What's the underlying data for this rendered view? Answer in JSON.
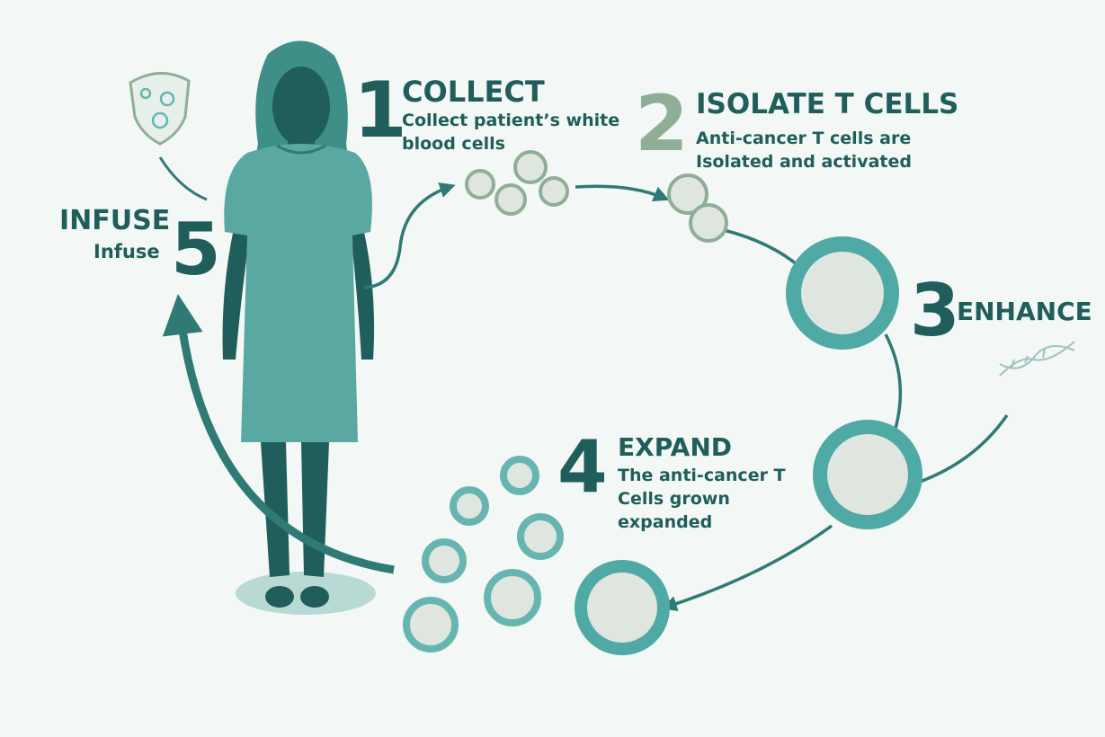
{
  "colors": {
    "background": "#f3f7f5",
    "dark_teal": "#1f5e5a",
    "teal": "#4fa9a4",
    "light_teal": "#67b5b0",
    "sage": "#8fae97",
    "cell_fill": "#dfe6df"
  },
  "steps": [
    {
      "number": "1",
      "title": "COLLECT",
      "lines": [
        "Collect patient’s white",
        "blood cells"
      ]
    },
    {
      "number": "2",
      "title": "ISOLATE T CELLS",
      "lines": [
        "Anti-cancer T cells are",
        "Isolated and activated"
      ]
    },
    {
      "number": "3",
      "title": "ENHANCE"
    },
    {
      "number": "4",
      "title": "EXPAND",
      "lines": [
        "The anti-cancer T",
        "Cells grown",
        "expanded"
      ]
    },
    {
      "number": "5",
      "title": "INFUSE",
      "lines": [
        "Infuse"
      ]
    }
  ],
  "icons": [
    "patient-silhouette",
    "infusion-bag-icon",
    "dna-strand-icon",
    "cell-icon"
  ]
}
